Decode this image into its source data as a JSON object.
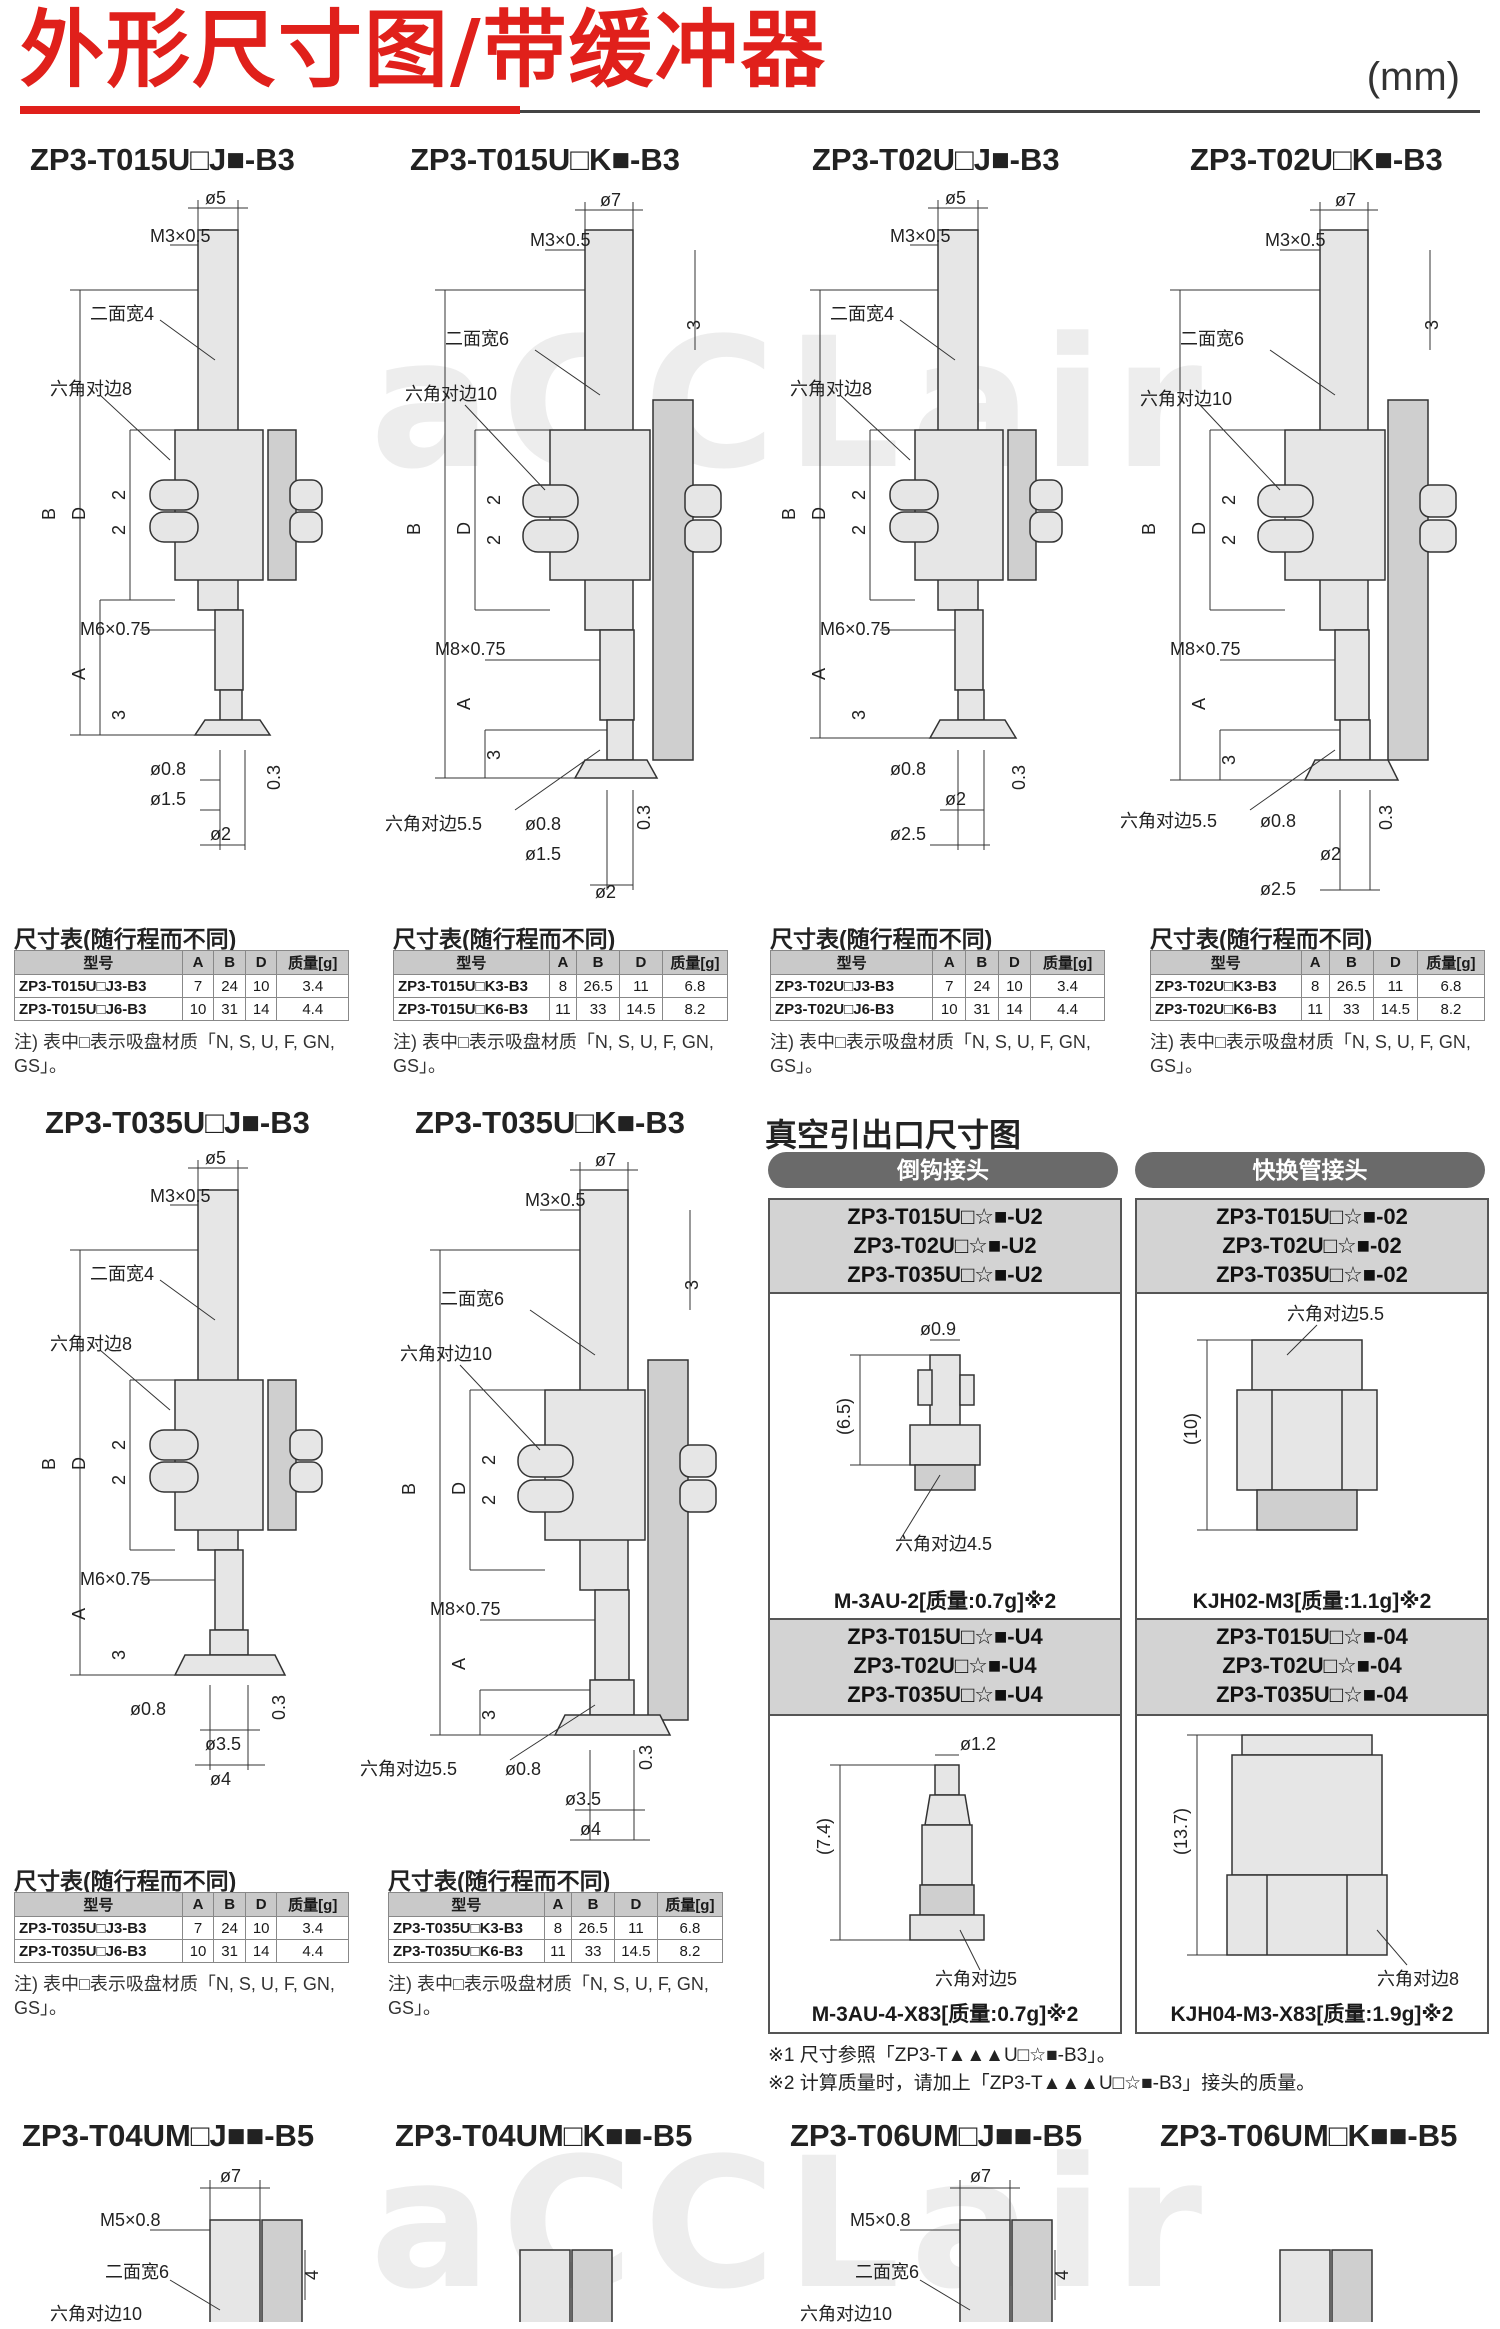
{
  "header": {
    "title": "外形尺寸图/带缓冲器",
    "unit": "(mm)"
  },
  "watermark": "aCCLair",
  "models": [
    {
      "title": "ZP3-T015U□J■-B3",
      "dims": {
        "top_dia": "ø5",
        "thread": "M3×0.5",
        "flat": "二面宽4",
        "hex": "六角对边8",
        "lower_thread": "M6×0.75",
        "d1": "ø0.8",
        "d2": "ø1.5",
        "d3": "ø2",
        "h": "0.3",
        "b": "B",
        "d": "D",
        "a": "A",
        "n2a": "2",
        "n2b": "2",
        "n3": "3"
      },
      "table": {
        "title": "尺寸表(随行程而不同)",
        "headers": [
          "型号",
          "A",
          "B",
          "D",
          "质量[g]"
        ],
        "rows": [
          [
            "ZP3-T015U□J3-B3",
            "7",
            "24",
            "10",
            "3.4"
          ],
          [
            "ZP3-T015U□J6-B3",
            "10",
            "31",
            "14",
            "4.4"
          ]
        ],
        "note": "注) 表中□表示吸盘材质「N, S, U, F, GN, GS」。"
      }
    },
    {
      "title": "ZP3-T015U□K■-B3",
      "dims": {
        "top_dia": "ø7",
        "thread": "M3×0.5",
        "flat": "二面宽6",
        "hex": "六角对边10",
        "lower_thread": "M8×0.75",
        "hex2": "六角对边5.5",
        "d1": "ø0.8",
        "d2": "ø1.5",
        "d3": "ø2",
        "h": "0.3",
        "b": "B",
        "d": "D",
        "a": "A",
        "n2a": "2",
        "n2b": "2",
        "n3": "3",
        "n3top": "3"
      },
      "table": {
        "title": "尺寸表(随行程而不同)",
        "headers": [
          "型号",
          "A",
          "B",
          "D",
          "质量[g]"
        ],
        "rows": [
          [
            "ZP3-T015U□K3-B3",
            "8",
            "26.5",
            "11",
            "6.8"
          ],
          [
            "ZP3-T015U□K6-B3",
            "11",
            "33",
            "14.5",
            "8.2"
          ]
        ],
        "note": "注) 表中□表示吸盘材质「N, S, U, F, GN, GS」。"
      }
    },
    {
      "title": "ZP3-T02U□J■-B3",
      "dims": {
        "top_dia": "ø5",
        "thread": "M3×0.5",
        "flat": "二面宽4",
        "hex": "六角对边8",
        "lower_thread": "M6×0.75",
        "d1": "ø0.8",
        "d2": "ø2",
        "d3": "ø2.5",
        "h": "0.3",
        "b": "B",
        "d": "D",
        "a": "A",
        "n2a": "2",
        "n2b": "2",
        "n3": "3"
      },
      "table": {
        "title": "尺寸表(随行程而不同)",
        "headers": [
          "型号",
          "A",
          "B",
          "D",
          "质量[g]"
        ],
        "rows": [
          [
            "ZP3-T02U□J3-B3",
            "7",
            "24",
            "10",
            "3.4"
          ],
          [
            "ZP3-T02U□J6-B3",
            "10",
            "31",
            "14",
            "4.4"
          ]
        ],
        "note": "注) 表中□表示吸盘材质「N, S, U, F, GN, GS」。"
      }
    },
    {
      "title": "ZP3-T02U□K■-B3",
      "dims": {
        "top_dia": "ø7",
        "thread": "M3×0.5",
        "flat": "二面宽6",
        "hex": "六角对边10",
        "lower_thread": "M8×0.75",
        "hex2": "六角对边5.5",
        "d1": "ø0.8",
        "d2": "ø2",
        "d3": "ø2.5",
        "h": "0.3",
        "b": "B",
        "d": "D",
        "a": "A",
        "n2a": "2",
        "n2b": "2",
        "n3": "3",
        "n3top": "3"
      },
      "table": {
        "title": "尺寸表(随行程而不同)",
        "headers": [
          "型号",
          "A",
          "B",
          "D",
          "质量[g]"
        ],
        "rows": [
          [
            "ZP3-T02U□K3-B3",
            "8",
            "26.5",
            "11",
            "6.8"
          ],
          [
            "ZP3-T02U□K6-B3",
            "11",
            "33",
            "14.5",
            "8.2"
          ]
        ],
        "note": "注) 表中□表示吸盘材质「N, S, U, F, GN, GS」。"
      }
    },
    {
      "title": "ZP3-T035U□J■-B3",
      "dims": {
        "top_dia": "ø5",
        "thread": "M3×0.5",
        "flat": "二面宽4",
        "hex": "六角对边8",
        "lower_thread": "M6×0.75",
        "d1": "ø0.8",
        "d2": "ø3.5",
        "d3": "ø4",
        "h": "0.3",
        "b": "B",
        "d": "D",
        "a": "A",
        "n2a": "2",
        "n2b": "2",
        "n3": "3"
      },
      "table": {
        "title": "尺寸表(随行程而不同)",
        "headers": [
          "型号",
          "A",
          "B",
          "D",
          "质量[g]"
        ],
        "rows": [
          [
            "ZP3-T035U□J3-B3",
            "7",
            "24",
            "10",
            "3.4"
          ],
          [
            "ZP3-T035U□J6-B3",
            "10",
            "31",
            "14",
            "4.4"
          ]
        ],
        "note": "注) 表中□表示吸盘材质「N, S, U, F, GN, GS」。"
      }
    },
    {
      "title": "ZP3-T035U□K■-B3",
      "dims": {
        "top_dia": "ø7",
        "thread": "M3×0.5",
        "flat": "二面宽6",
        "hex": "六角对边10",
        "lower_thread": "M8×0.75",
        "hex2": "六角对边5.5",
        "d1": "ø0.8",
        "d2": "ø3.5",
        "d3": "ø4",
        "h": "0.3",
        "b": "B",
        "d": "D",
        "a": "A",
        "n2a": "2",
        "n2b": "2",
        "n3": "3",
        "n3top": "3"
      },
      "table": {
        "title": "尺寸表(随行程而不同)",
        "headers": [
          "型号",
          "A",
          "B",
          "D",
          "质量[g]"
        ],
        "rows": [
          [
            "ZP3-T035U□K3-B3",
            "8",
            "26.5",
            "11",
            "6.8"
          ],
          [
            "ZP3-T035U□K6-B3",
            "11",
            "33",
            "14.5",
            "8.2"
          ]
        ],
        "note": "注) 表中□表示吸盘材质「N, S, U, F, GN, GS」。"
      }
    }
  ],
  "vacuum": {
    "title": "真空引出口尺寸图",
    "barb_label": "倒钩接头",
    "quick_label": "快换管接头",
    "barb_u2": {
      "heads": [
        "ZP3-T015U□☆■-U2",
        "ZP3-T02U□☆■-U2",
        "ZP3-T035U□☆■-U2"
      ],
      "dia": "ø0.9",
      "len": "(6.5)",
      "hex": "六角对边4.5",
      "foot": "M-3AU-2[质量:0.7g]※2"
    },
    "quick_02": {
      "heads": [
        "ZP3-T015U□☆■-02",
        "ZP3-T02U□☆■-02",
        "ZP3-T035U□☆■-02"
      ],
      "hex": "六角对边5.5",
      "len": "(10)",
      "foot": "KJH02-M3[质量:1.1g]※2"
    },
    "barb_u4": {
      "heads": [
        "ZP3-T015U□☆■-U4",
        "ZP3-T02U□☆■-U4",
        "ZP3-T035U□☆■-U4"
      ],
      "dia": "ø1.2",
      "len": "(7.4)",
      "hex": "六角对边5",
      "foot": "M-3AU-4-X83[质量:0.7g]※2"
    },
    "quick_04": {
      "heads": [
        "ZP3-T015U□☆■-04",
        "ZP3-T02U□☆■-04",
        "ZP3-T035U□☆■-04"
      ],
      "hex": "六角对边8",
      "len": "(13.7)",
      "foot": "KJH04-M3-X83[质量:1.9g]※2"
    },
    "notes": [
      "※1 尺寸参照「ZP3-T▲▲▲U□☆■-B3」。",
      "※2 计算质量时，请加上「ZP3-T▲▲▲U□☆■-B3」接头的质量。"
    ]
  },
  "bottom_models": [
    {
      "title": "ZP3-T04UM□J■■-B5",
      "top_dia": "ø7",
      "thread": "M5×0.8",
      "flat": "二面宽6",
      "hex": "六角对边10",
      "n4": "4"
    },
    {
      "title": "ZP3-T04UM□K■■-B5"
    },
    {
      "title": "ZP3-T06UM□J■■-B5",
      "top_dia": "ø7",
      "thread": "M5×0.8",
      "flat": "二面宽6",
      "hex": "六角对边10",
      "n4": "4"
    },
    {
      "title": "ZP3-T06UM□K■■-B5"
    }
  ]
}
